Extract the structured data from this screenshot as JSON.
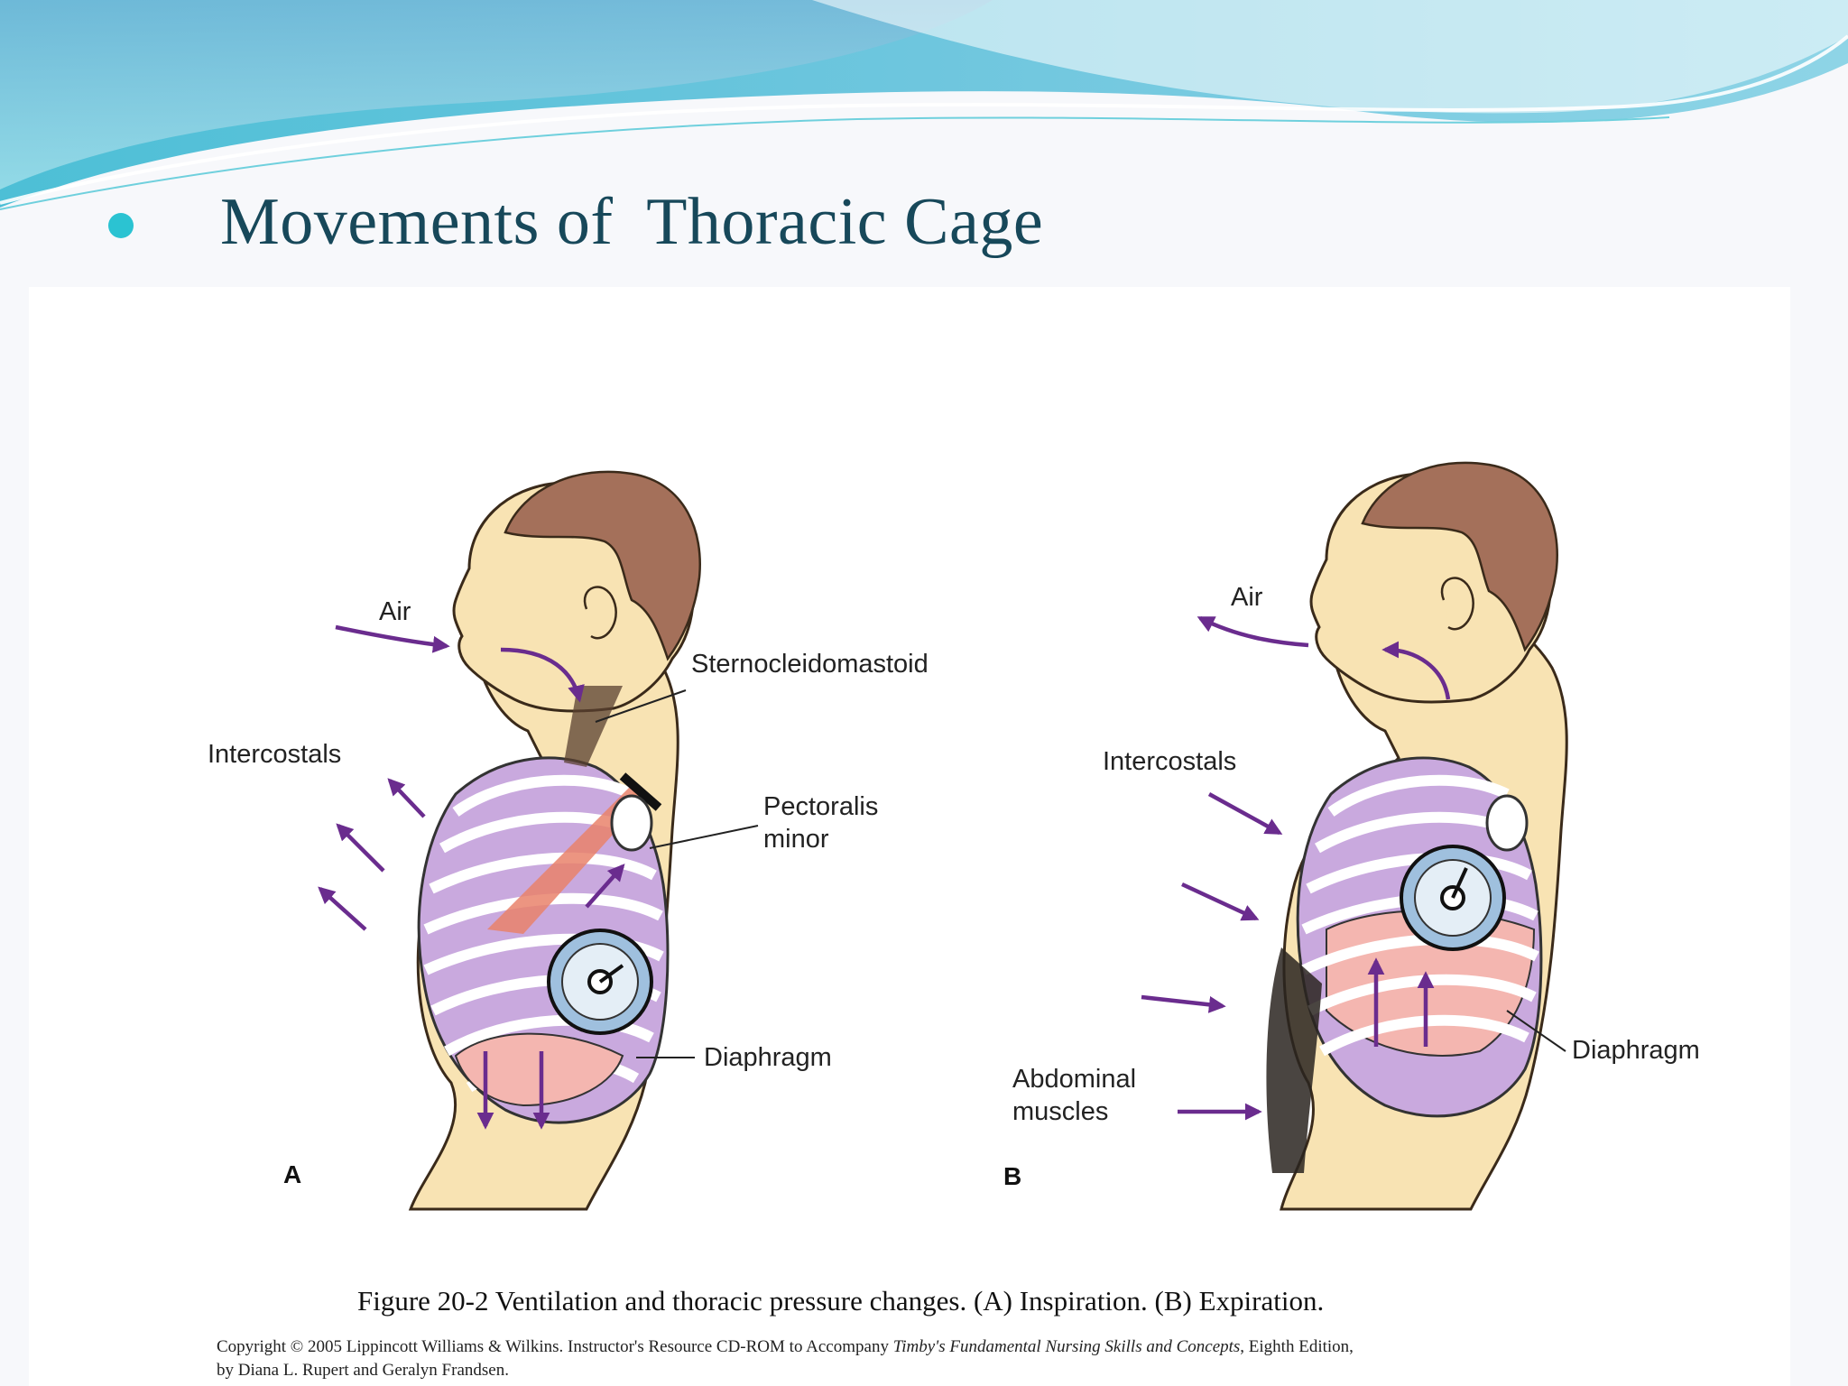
{
  "slide": {
    "title": "Movements of  Thoracic Cage",
    "colors": {
      "accent": "#2bc3d2",
      "title": "#17485a",
      "arrow": "#6a2c8e"
    }
  },
  "figure": {
    "panels": [
      {
        "letter": "A",
        "labels": {
          "air": "Air",
          "sternocleidomastoid": "Sternocleidomastoid",
          "intercostals": "Intercostals",
          "pectoralis_line1": "Pectoralis",
          "pectoralis_line2": "minor",
          "diaphragm": "Diaphragm"
        }
      },
      {
        "letter": "B",
        "labels": {
          "air": "Air",
          "intercostals": "Intercostals",
          "diaphragm": "Diaphragm",
          "abdominal_line1": "Abdominal",
          "abdominal_line2": "muscles"
        }
      }
    ],
    "caption": "Figure 20-2 Ventilation and thoracic pressure changes. (A) Inspiration. (B) Expiration.",
    "copyright": {
      "line1_start": "Copyright © 2005 Lippincott Williams & Wilkins.  Instructor's Resource CD-ROM to Accompany ",
      "line1_italic": "Timby's Fundamental Nursing Skills and Concepts",
      "line1_end": ", Eighth Edition,",
      "line2": "by Diana L. Rupert and Geralyn Frandsen."
    }
  }
}
